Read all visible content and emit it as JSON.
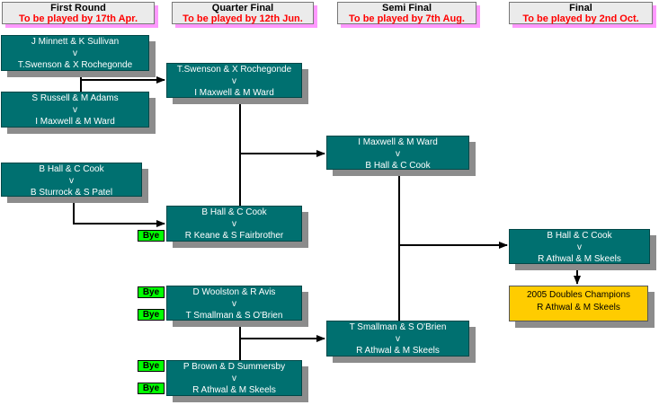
{
  "headers": [
    {
      "title": "First Round",
      "date": "To be played by 17th Apr."
    },
    {
      "title": "Quarter Final",
      "date": "To be played by 12th Jun."
    },
    {
      "title": "Semi Final",
      "date": "To be played by 7th Aug."
    },
    {
      "title": "Final",
      "date": "To be played by 2nd Oct."
    }
  ],
  "matches": {
    "r1_m1": {
      "team1": "J Minnett & K Sullivan",
      "vs": "v",
      "team2": "T.Swenson & X Rochegonde"
    },
    "r1_m2": {
      "team1": "S Russell & M Adams",
      "vs": "v",
      "team2": "I Maxwell & M Ward"
    },
    "r1_m3": {
      "team1": "B Hall & C Cook",
      "vs": "v",
      "team2": "B Sturrock & S Patel"
    },
    "qf_m1": {
      "team1": "T.Swenson & X Rochegonde",
      "vs": "v",
      "team2": "I Maxwell & M Ward"
    },
    "qf_m2": {
      "team1": "B Hall & C Cook",
      "vs": "v",
      "team2": "R Keane & S Fairbrother"
    },
    "qf_m3": {
      "team1": "D Woolston & R Avis",
      "vs": "v",
      "team2": "T Smallman & S O'Brien"
    },
    "qf_m4": {
      "team1": "P Brown & D Summersby",
      "vs": "v",
      "team2": "R Athwal & M Skeels"
    },
    "sf_m1": {
      "team1": "I Maxwell & M Ward",
      "vs": "v",
      "team2": "B Hall & C Cook"
    },
    "sf_m2": {
      "team1": "T Smallman & S O'Brien",
      "vs": "v",
      "team2": "R Athwal & M Skeels"
    },
    "final": {
      "team1": "B Hall & C Cook",
      "vs": "v",
      "team2": "R Athwal & M Skeels"
    }
  },
  "champion": {
    "title": "2005 Doubles Champions",
    "team": "R Athwal & M Skeels"
  },
  "bye_label": "Bye"
}
